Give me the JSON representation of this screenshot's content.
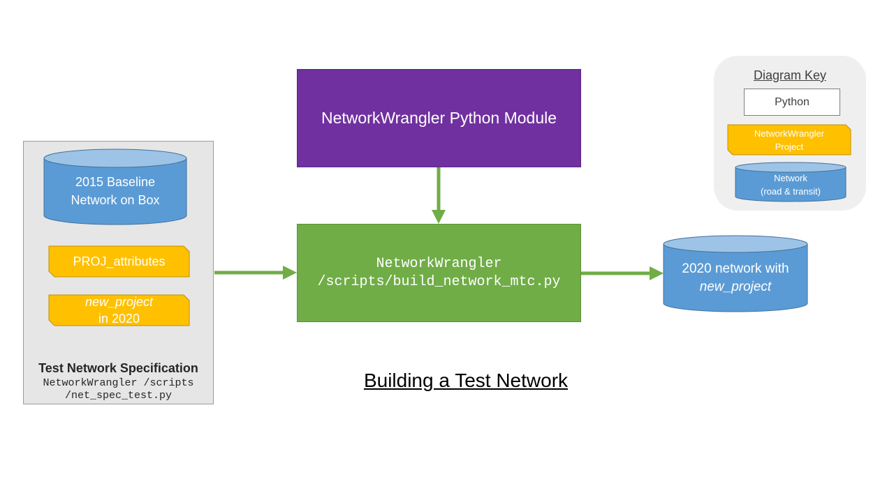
{
  "title": "Building a Test Network",
  "module_box": {
    "label": "NetworkWrangler Python Module"
  },
  "script_box": {
    "line1": "NetworkWrangler",
    "line2": "/scripts/build_network_mtc.py"
  },
  "spec_panel": {
    "baseline_network": {
      "line1": "2015 Baseline",
      "line2": "Network on Box"
    },
    "proj_attributes": "PROJ_attributes",
    "new_project": {
      "line1": "new_project",
      "line2": "in 2020"
    },
    "title": "Test Network Specification",
    "code": {
      "line1": "NetworkWrangler /scripts",
      "line2": "/net_spec_test.py"
    }
  },
  "output_network": {
    "line1": "2020 network with",
    "line2": "new_project"
  },
  "key": {
    "title": "Diagram Key",
    "python": "Python",
    "project": {
      "line1": "NetworkWrangler",
      "line2": "Project"
    },
    "network": {
      "line1": "Network",
      "line2": "(road & transit)"
    }
  },
  "colors": {
    "cylinder": "#5b9bd5",
    "cylinder_top": "#9dc3e6",
    "project_tag": "#ffc000",
    "module_box": "#7030a0",
    "script_box": "#70ad47",
    "arrow": "#70ad47"
  }
}
